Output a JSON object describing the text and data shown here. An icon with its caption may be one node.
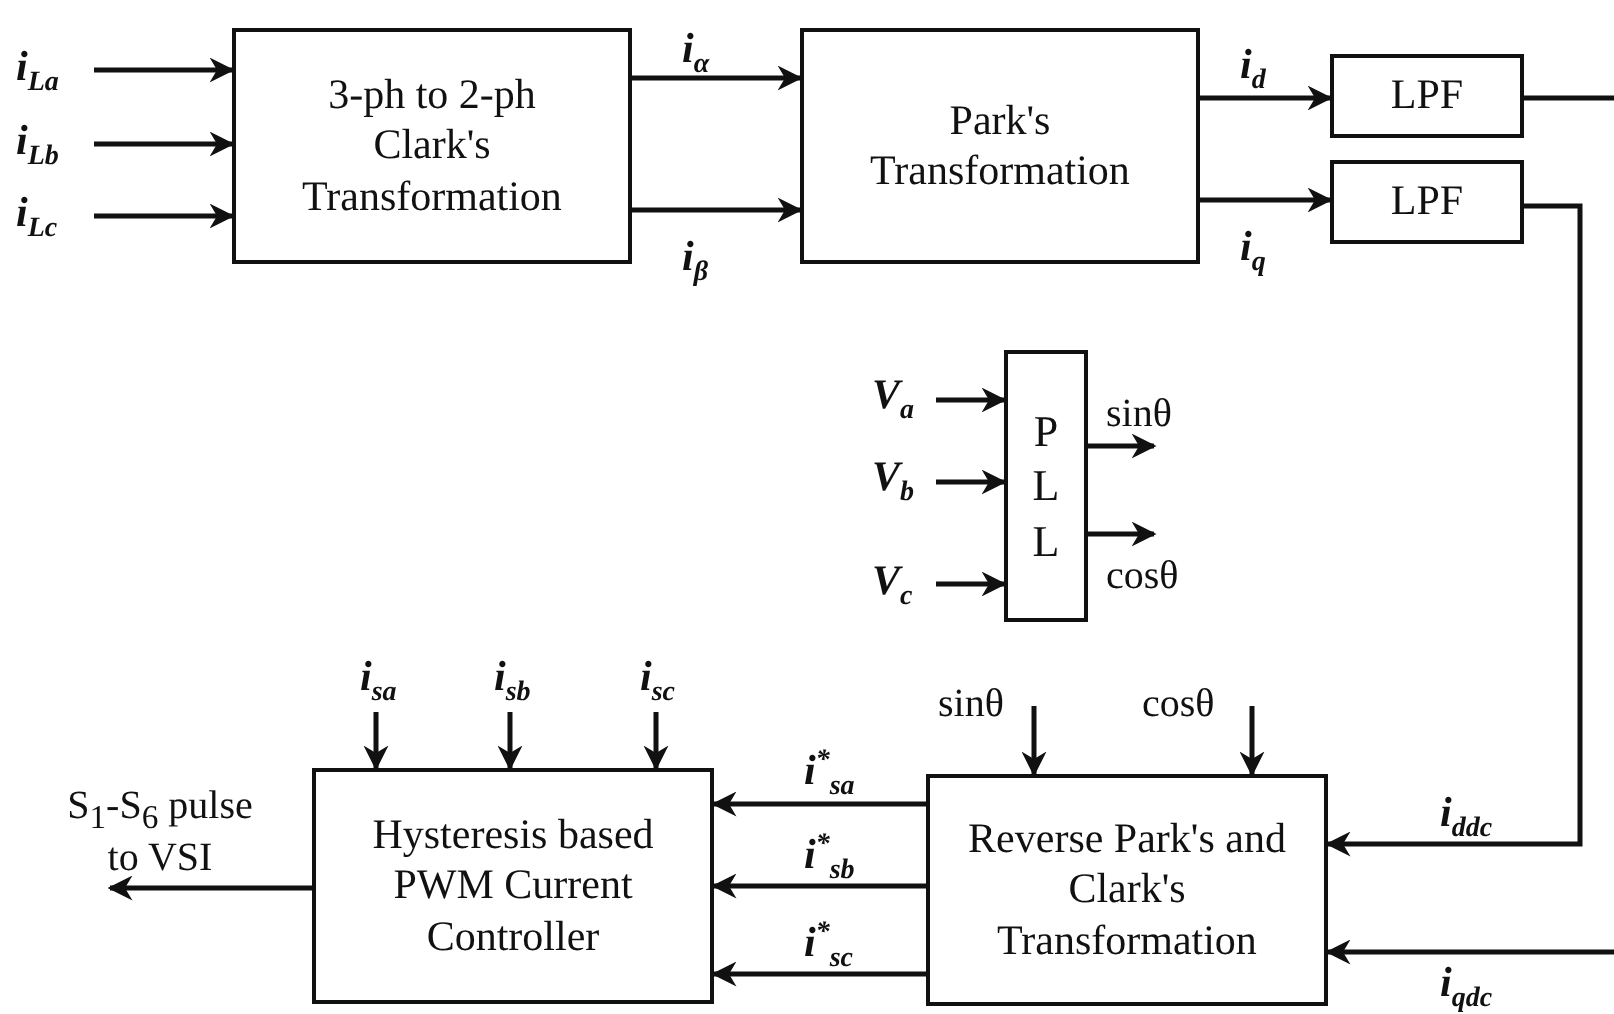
{
  "diagram": {
    "nodes": [
      {
        "text": [
          "3-ph to 2-ph Clark's Transformation"
        ]
      },
      {
        "text": [
          "Park's Transformation"
        ]
      },
      {
        "text": [
          "LPF"
        ]
      },
      {
        "text": [
          "LPF"
        ]
      },
      {
        "text": [
          "P L L"
        ]
      },
      {
        "text": [
          "Reverse Park's and Clark's Transformation"
        ]
      },
      {
        "text": [
          "Hysteresis based PWM Current Controller"
        ]
      }
    ],
    "edges": [
      {
        "from": null,
        "to": 0,
        "arrow": "to",
        "label": "i$_{La}$"
      },
      {
        "from": null,
        "to": 0,
        "arrow": "to",
        "label": "i$_{Lb}$"
      },
      {
        "from": null,
        "to": 0,
        "arrow": "to",
        "label": "i$_{Lc}$"
      },
      {
        "from": 0,
        "to": 1,
        "arrow": "to",
        "label": "i$_{α}$"
      },
      {
        "from": 0,
        "to": 1,
        "arrow": "to",
        "label": "i$_{β}$"
      },
      {
        "from": 1,
        "to": 2,
        "arrow": "to",
        "label": "i$_{d}$"
      },
      {
        "from": 1,
        "to": 3,
        "arrow": "to",
        "label": "i$_{q}$"
      },
      {
        "from": 2,
        "to": null,
        "arrow": "none"
      },
      {
        "from": 3,
        "to": 5,
        "arrow": "to",
        "label": "i$_{ddc}$"
      },
      {
        "from": null,
        "to": 5,
        "arrow": "to",
        "label": "i$_{qdc}$"
      },
      {
        "from": null,
        "to": 4,
        "arrow": "to",
        "label": "V$_{a}$"
      },
      {
        "from": null,
        "to": 4,
        "arrow": "to",
        "label": "V$_{b}$"
      },
      {
        "from": null,
        "to": 4,
        "arrow": "to",
        "label": "V$_{c}$"
      },
      {
        "from": 4,
        "to": null,
        "arrow": "to",
        "label": "sinθ"
      },
      {
        "from": 4,
        "to": null,
        "arrow": "to",
        "label": "cosθ"
      },
      {
        "from": null,
        "to": 5,
        "arrow": "to",
        "label": "sinθ"
      },
      {
        "from": null,
        "to": 5,
        "arrow": "to",
        "label": "cosθ"
      },
      {
        "from": 5,
        "to": 6,
        "arrow": "to",
        "label": "i$^{*}$$_{sa}$"
      },
      {
        "from": 5,
        "to": 6,
        "arrow": "to",
        "label": "i$^{*}$$_{sb}$"
      },
      {
        "from": 5,
        "to": 6,
        "arrow": "to",
        "label": "i$^{*}$$_{sc}$"
      },
      {
        "from": null,
        "to": 6,
        "arrow": "to",
        "label": "i$_{sa}$"
      },
      {
        "from": null,
        "to": 6,
        "arrow": "to",
        "label": "i$_{sb}$"
      },
      {
        "from": null,
        "to": 6,
        "arrow": "to",
        "label": "i$_{sc}$"
      },
      {
        "from": 6,
        "to": null,
        "arrow": "to",
        "label": "S$_{1}$-S$_{6}$ pulse to VSI"
      }
    ]
  }
}
